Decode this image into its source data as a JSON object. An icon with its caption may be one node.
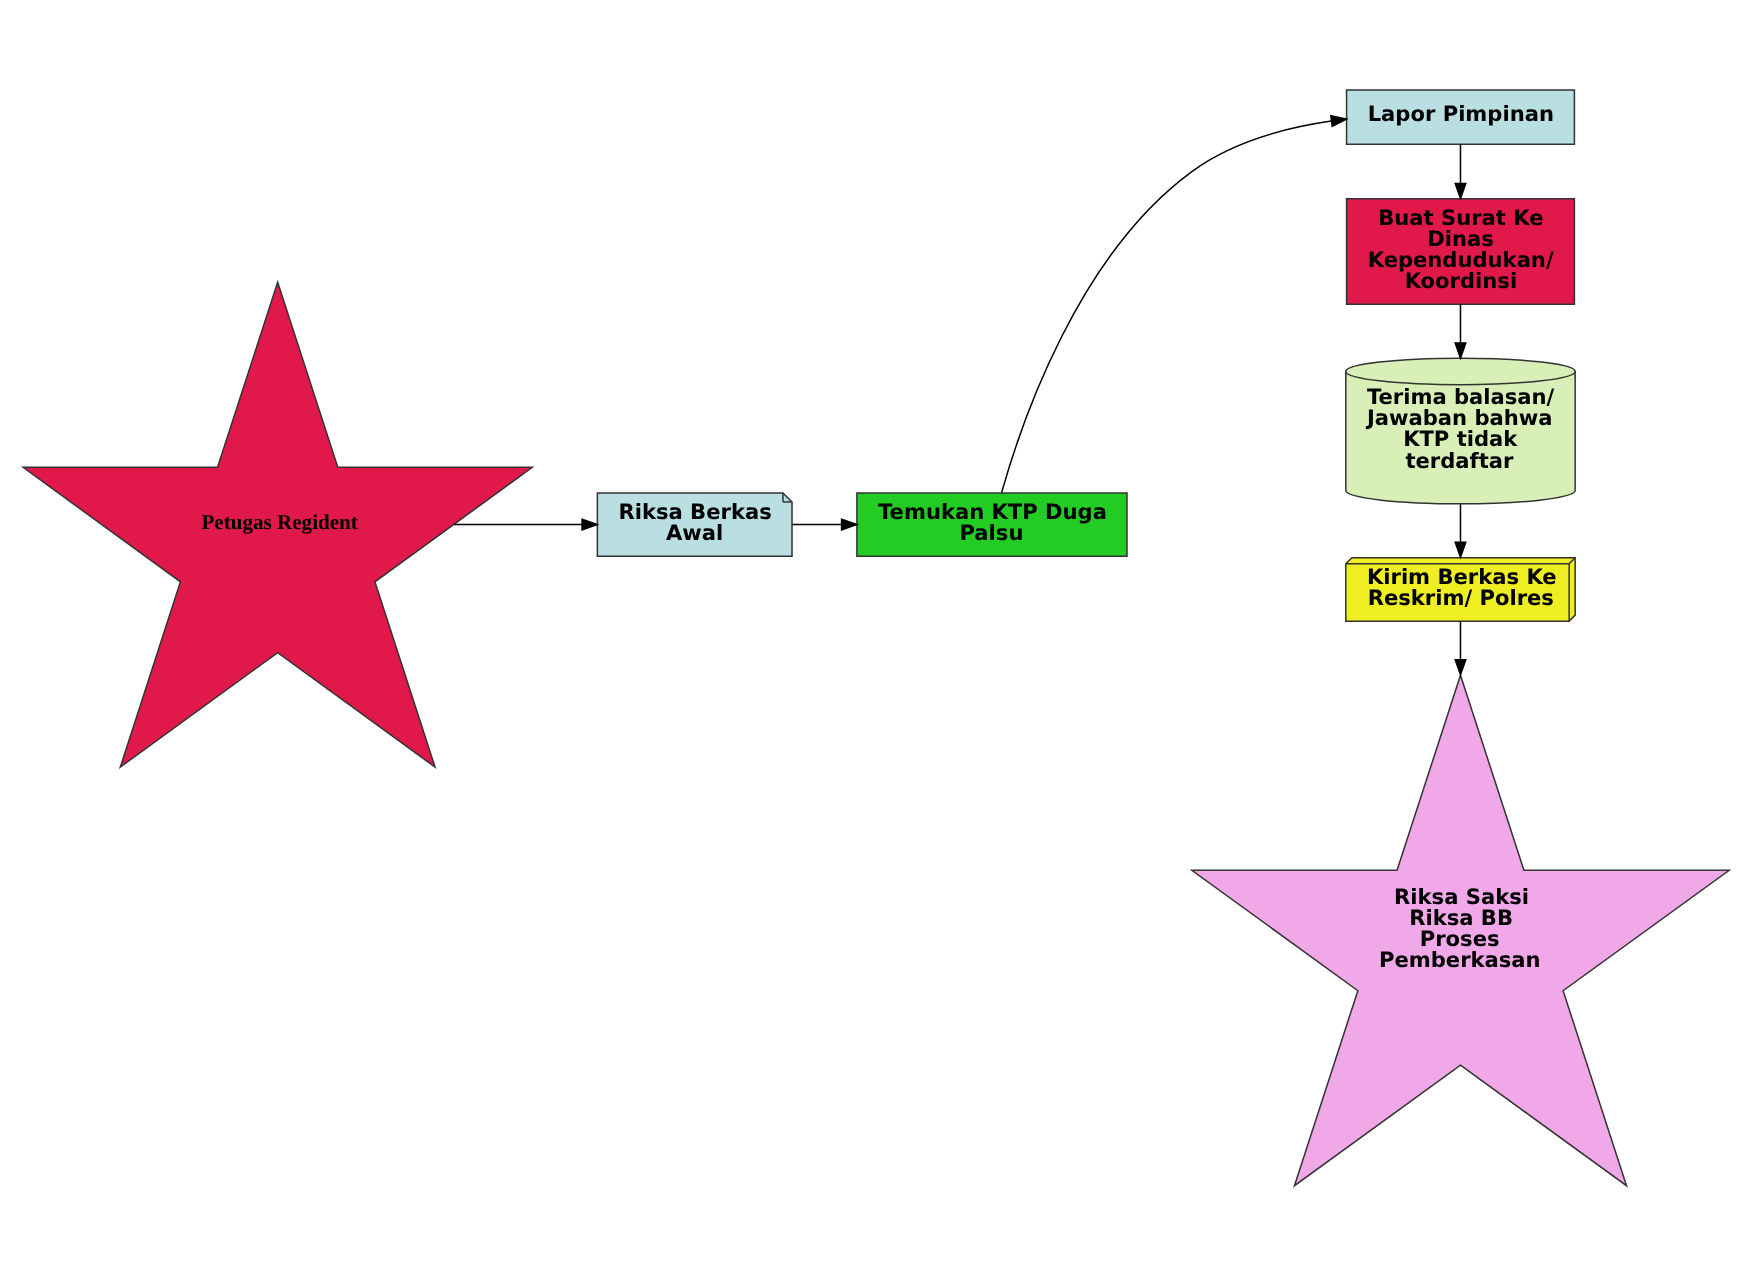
{
  "diagram": {
    "nodes": [
      {
        "text": [
          "Petugas Regident"
        ]
      },
      {
        "text": [
          "Riksa Berkas Awal"
        ]
      },
      {
        "text": [
          "Temukan KTP Duga Palsu"
        ]
      },
      {
        "text": [
          "Lapor Pimpinan"
        ]
      },
      {
        "text": [
          "Buat Surat Ke Dinas Kependudukan/ Koordinsi"
        ]
      },
      {
        "text": [
          "Terima balasan/ Jawaban bahwa KTP tidak terdaftar"
        ]
      },
      {
        "text": [
          "Kirim Berkas Ke Reskrim/ Polres"
        ]
      },
      {
        "text": [
          "Riksa Saksi",
          "Riksa BB",
          "Proses Pemberkasan"
        ]
      }
    ],
    "edges": [
      {
        "from": 0,
        "to": 1,
        "arrow": "to"
      },
      {
        "from": 1,
        "to": 2,
        "arrow": "to"
      },
      {
        "from": 2,
        "to": 3,
        "arrow": "to"
      },
      {
        "from": 3,
        "to": 4,
        "arrow": "to"
      },
      {
        "from": 4,
        "to": 5,
        "arrow": "to"
      },
      {
        "from": 5,
        "to": 6,
        "arrow": "to"
      },
      {
        "from": 6,
        "to": 7,
        "arrow": "to"
      }
    ]
  }
}
